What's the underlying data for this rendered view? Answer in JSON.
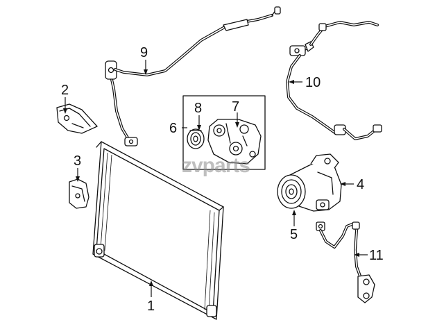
{
  "watermark": "zvparts",
  "callouts": [
    {
      "id": "1",
      "label": "1"
    },
    {
      "id": "2",
      "label": "2"
    },
    {
      "id": "3",
      "label": "3"
    },
    {
      "id": "4",
      "label": "4"
    },
    {
      "id": "5",
      "label": "5"
    },
    {
      "id": "6",
      "label": "6"
    },
    {
      "id": "7",
      "label": "7"
    },
    {
      "id": "8",
      "label": "8"
    },
    {
      "id": "9",
      "label": "9"
    },
    {
      "id": "10",
      "label": "10"
    },
    {
      "id": "11",
      "label": "11"
    }
  ]
}
